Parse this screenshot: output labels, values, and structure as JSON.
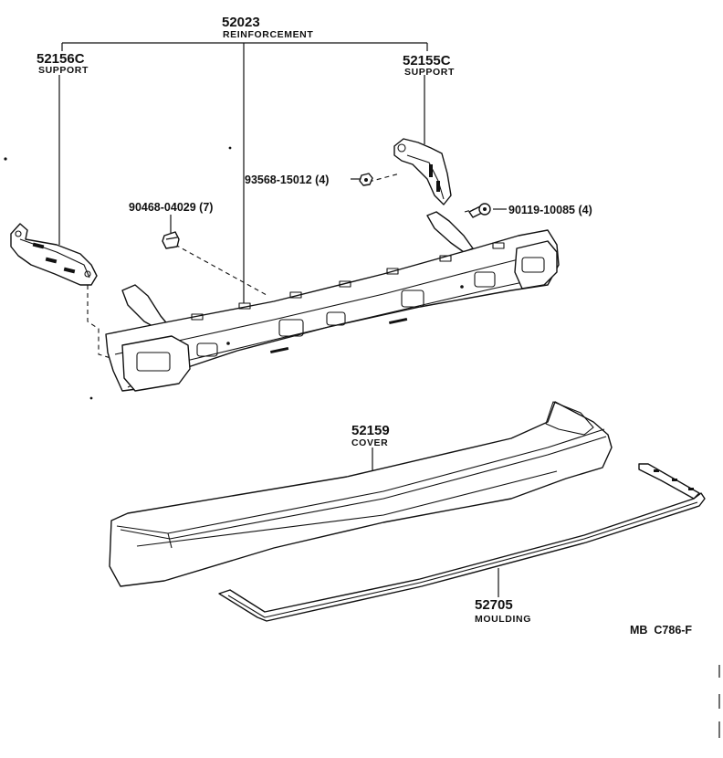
{
  "parts": {
    "reinforcement": {
      "number": "52023",
      "name": "REINFORCEMENT"
    },
    "support_left": {
      "number": "52156C",
      "name": "SUPPORT"
    },
    "support_right": {
      "number": "52155C",
      "name": "SUPPORT"
    },
    "bolt": {
      "label": "93568-15012 (4)"
    },
    "clip": {
      "label": "90468-04029 (7)"
    },
    "screw": {
      "label": "90119-10085 (4)"
    },
    "cover": {
      "number": "52159",
      "name": "COVER"
    },
    "moulding": {
      "number": "52705",
      "name": "MOULDING"
    }
  },
  "figure_code": "MB  C786-F"
}
